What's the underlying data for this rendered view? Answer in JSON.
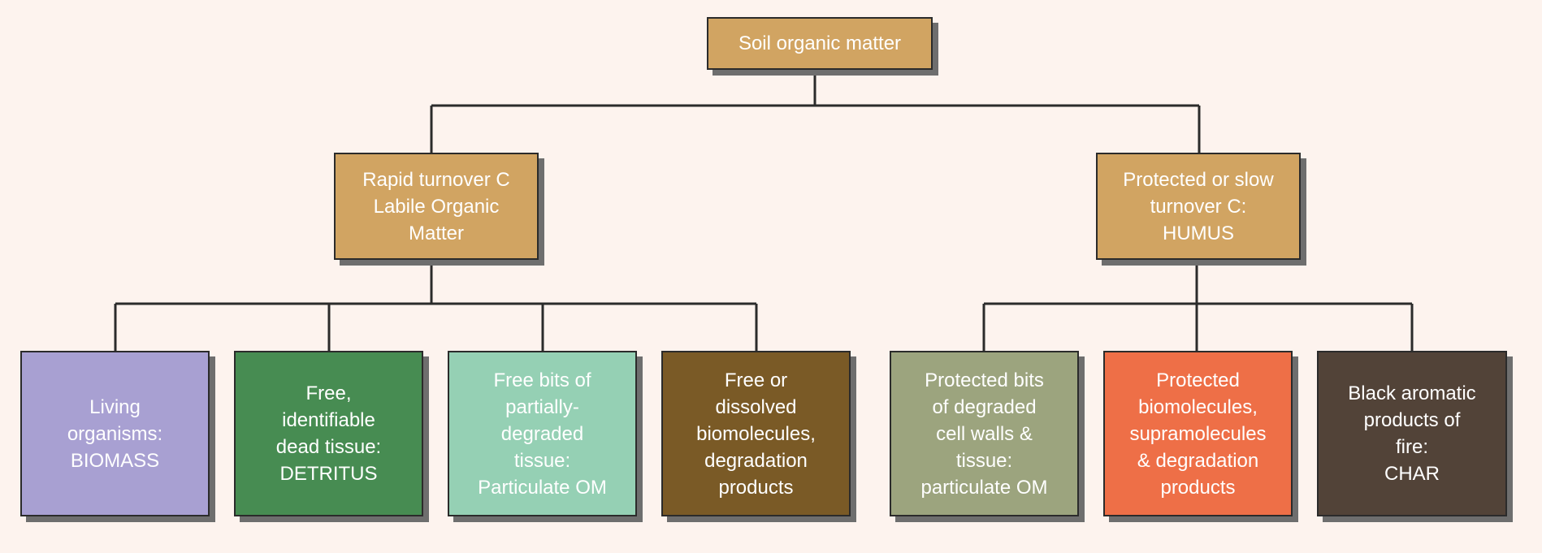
{
  "colors": {
    "background": "#fdf3ee",
    "line": "#2b2b2b",
    "tan": "#d1a462",
    "biomass": "#a8a0d2",
    "detritus": "#478c52",
    "particulate_om": "#95d0b4",
    "dissolved": "#7a5a26",
    "protected_bits": "#9ca47e",
    "protected_biomolecules": "#ee6f47",
    "char": "#524338"
  },
  "root": {
    "label": "Soil organic matter"
  },
  "labile": {
    "label": "Rapid turnover C\nLabile Organic\nMatter"
  },
  "humus": {
    "label": "Protected or slow\nturnover C:\nHUMUS"
  },
  "labile_children": [
    {
      "label": "Living\norganisms:\nBIOMASS"
    },
    {
      "label": "Free,\nidentifiable\ndead tissue:\nDETRITUS"
    },
    {
      "label": "Free bits of\npartially-\ndegraded\ntissue:\nParticulate OM"
    },
    {
      "label": "Free or\ndissolved\nbiomolecules,\ndegradation\nproducts"
    }
  ],
  "humus_children": [
    {
      "label": "Protected bits\nof degraded\ncell walls &\ntissue:\nparticulate OM"
    },
    {
      "label": "Protected\nbiomolecules,\nsupramolecules\n& degradation\nproducts"
    },
    {
      "label": "Black aromatic\nproducts of\nfire:\nCHAR"
    }
  ]
}
